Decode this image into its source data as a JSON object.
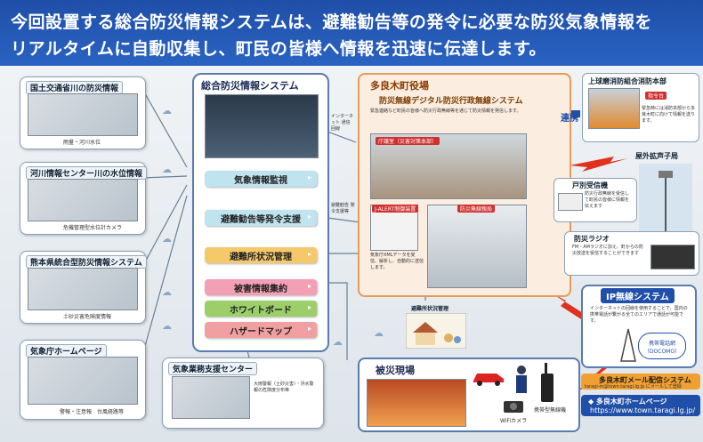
{
  "banner": {
    "line1": "今回設置する総合防災情報システムは、避難勧告等の発令に必要な防災気象情報を",
    "line2": "リアルタイムに自動収集し、町民の皆様へ情報を迅速に伝達します。"
  },
  "left_panels": [
    {
      "title": "国土交通省川の防災情報",
      "caption": "雨量・河川水位"
    },
    {
      "title": "河川情報センター川の水位情報",
      "caption": "危機管理型水位計カメラ"
    },
    {
      "title": "熊本県統合型防災情報システム",
      "caption": "土砂災害危険度情報"
    },
    {
      "title": "気象庁ホームページ",
      "caption": "警報・注意報　台風経路等"
    }
  ],
  "support_center": {
    "title": "気象業務支援センター",
    "caption": "大雨警報（土砂災害）・洪水警報の危険度分布等"
  },
  "central": {
    "title": "総合防災情報システム",
    "buttons": [
      {
        "label": "気象情報監視",
        "color": "#bfe3ef"
      },
      {
        "label": "避難勧告等発令支援",
        "color": "#bfe3ef"
      },
      {
        "label": "避難所状況管理",
        "color": "#f5c86a"
      },
      {
        "label": "被害情報集約",
        "color": "#f3a0b6"
      },
      {
        "label": "ホワイトボード",
        "color": "#9ccf6a"
      },
      {
        "label": "ハザードマップ",
        "color": "#f0a0a0"
      }
    ],
    "arrow_glyph": "▸"
  },
  "links": {
    "internet": "インターネット 通信回線",
    "evac_support": "避難勧告 発令支援等"
  },
  "taragi": {
    "title": "多良木町役場",
    "radio_title": "防災無線デジタル防災行政無線システム",
    "note": "緊急連絡など町民の皆様へ防災行政無線等を通じて防災情報を発信します。",
    "tag1": "庁議室（災害対策本部）",
    "tag2": "J-ALERT制御装置",
    "tag3": "防災無線親局",
    "note2": "気象庁XMLデータを受信、解析し、自動的に送信します。"
  },
  "fire": {
    "title": "上球磨消防組合消防本部",
    "tag": "指令台",
    "note": "緊急時には消防本部から多良木町に向けて情報を送ります。"
  },
  "renkei": "連携",
  "outdoor": {
    "title": "屋外拡声子局"
  },
  "household": {
    "title": "戸別受信機",
    "note": "防災行政無線を受信して町民の皆様に情報を伝えます"
  },
  "radio": {
    "title": "防災ラジオ",
    "note": "FM・AMラジオに加え、町からの防災放送を受信することができます"
  },
  "ip": {
    "title": "IP無線システム",
    "note": "インターネットの回線を使用することで、国内の携帯電話が繋がる全てのエリアで通話が可能です。",
    "carrier": "携帯電話網 （DOCOMO）"
  },
  "shelter_label": "避難所状況管理",
  "disaster_site": {
    "title": "被災現場",
    "caption1": "WiFiカメラ",
    "caption2": "携帯型無線機"
  },
  "mail": {
    "label": "多良木町メール配信システム",
    "sub": "taragi-m@town.taragi.lg.jp にメールして登録"
  },
  "homepage": {
    "label": "◆ 多良木町ホームページ",
    "url": "https://www.town.taragi.lg.jp/"
  }
}
